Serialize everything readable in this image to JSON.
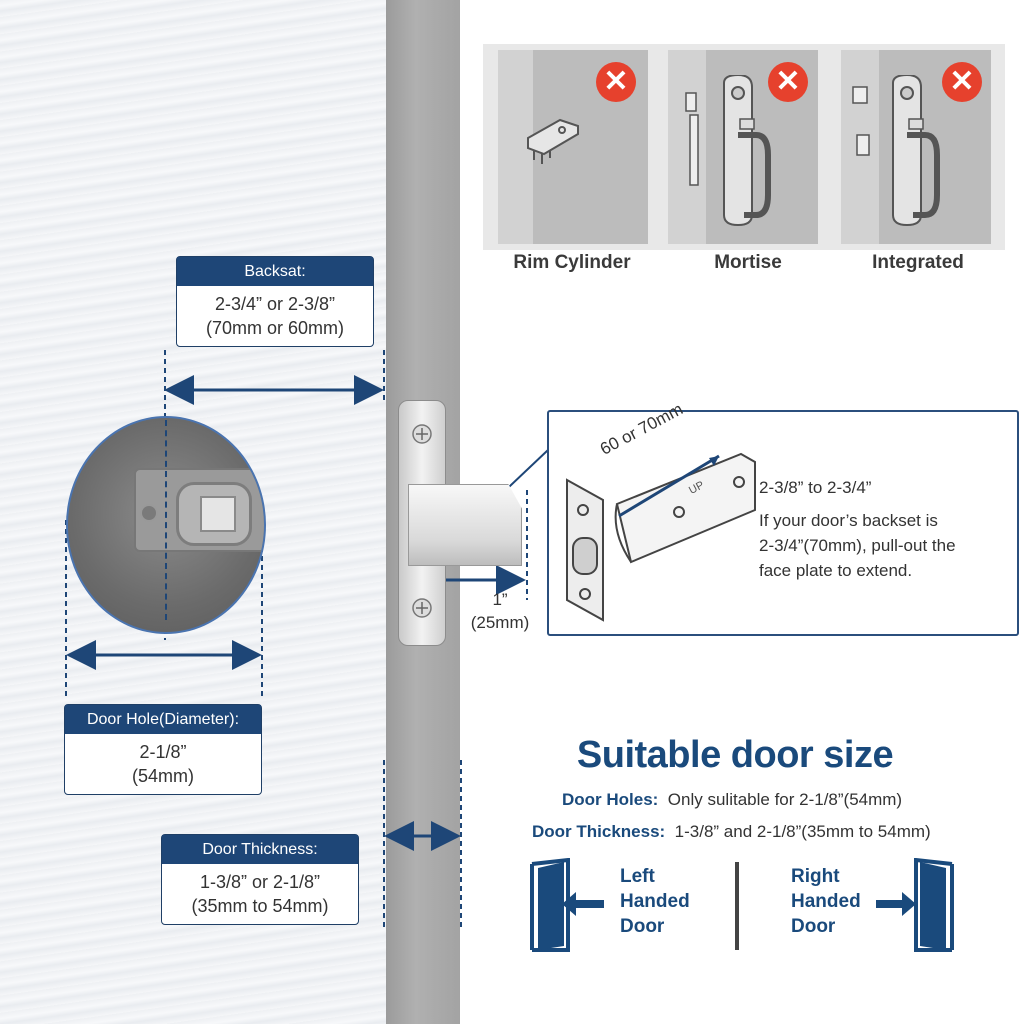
{
  "lock_types": [
    {
      "label": "Rim Cylinder"
    },
    {
      "label": "Mortise"
    },
    {
      "label": "Integrated"
    }
  ],
  "backset": {
    "title": "Backsat:",
    "line1": "2-3/4” or 2-3/8”",
    "line2": "(70mm or 60mm)"
  },
  "door_hole": {
    "title": "Door Hole(Diameter):",
    "line1": "2-1/8”",
    "line2": "(54mm)"
  },
  "door_thickness": {
    "title": "Door Thickness:",
    "line1": "1-3/8” or 2-1/8”",
    "line2": "(35mm to 54mm)"
  },
  "latch_depth": {
    "line1": "1”",
    "line2": "(25mm)"
  },
  "callout": {
    "dim_label": "60 or 70mm",
    "latch_text": "UP",
    "range": "2-3/8” to 2-3/4”",
    "note_line1": "If your door’s backset is",
    "note_line2": "2-3/4”(70mm), pull-out the",
    "note_line3": "face plate to extend."
  },
  "suitable": {
    "title": "Suitable door size",
    "holes_label": "Door Holes:",
    "holes_value": "Only sulitable for 2-1/8”(54mm)",
    "thickness_label": "Door Thickness:",
    "thickness_value": "1-3/8” and 2-1/8”(35mm to 54mm)"
  },
  "handed": {
    "left": [
      "Left",
      "Handed",
      "Door"
    ],
    "right": [
      "Right",
      "Handed",
      "Door"
    ]
  },
  "colors": {
    "navy": "#1e4677",
    "red": "#e6412d",
    "edge_gray": "#a6a6a6"
  },
  "icons": [
    "x-mark-icon",
    "rim-cylinder-icon",
    "mortise-icon",
    "integrated-icon",
    "left-door-icon",
    "right-door-icon",
    "arrow-icon",
    "screw-icon"
  ]
}
